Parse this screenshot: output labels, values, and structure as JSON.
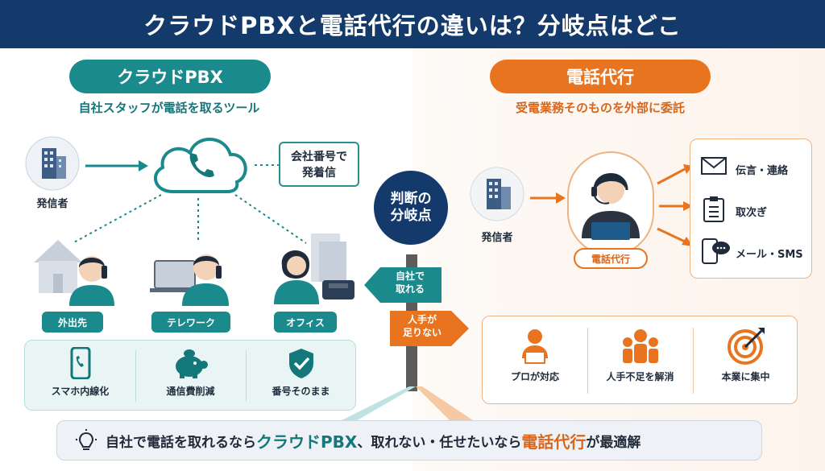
{
  "title": "クラウドPBXと電話代行の違いは？分岐点はどこ",
  "left": {
    "pill": "クラウドPBX",
    "subtitle": "自社スタッフが電話を取るツール",
    "caller_label": "発信者",
    "callout": [
      "会社番号で",
      "発着信"
    ],
    "destinations": [
      "外出先",
      "テレワーク",
      "オフィス"
    ],
    "features": [
      "スマホ内線化",
      "通信費削減",
      "番号そのまま"
    ]
  },
  "center": {
    "judge": [
      "判断の",
      "分岐点"
    ],
    "sign_left": [
      "自社で",
      "取れる"
    ],
    "sign_right": [
      "人手が",
      "足りない"
    ]
  },
  "right": {
    "pill": "電話代行",
    "subtitle": "受電業務そのものを外部に委託",
    "caller_label": "発信者",
    "operator_tag": "電話代行",
    "outputs": [
      "伝言・連絡",
      "取次ぎ",
      "メール・SMS"
    ],
    "features": [
      "プロが対応",
      "人手不足を解消",
      "本業に集中"
    ]
  },
  "bottom": {
    "part1": "自社で電話を取れるなら",
    "highlight1": "クラウドPBX",
    "part2": "、取れない・任せたいなら",
    "highlight2": "電話代行",
    "part3": "が最適解"
  },
  "colors": {
    "navy": "#143a6b",
    "teal": "#1a8a8c",
    "orange": "#e8741f"
  }
}
